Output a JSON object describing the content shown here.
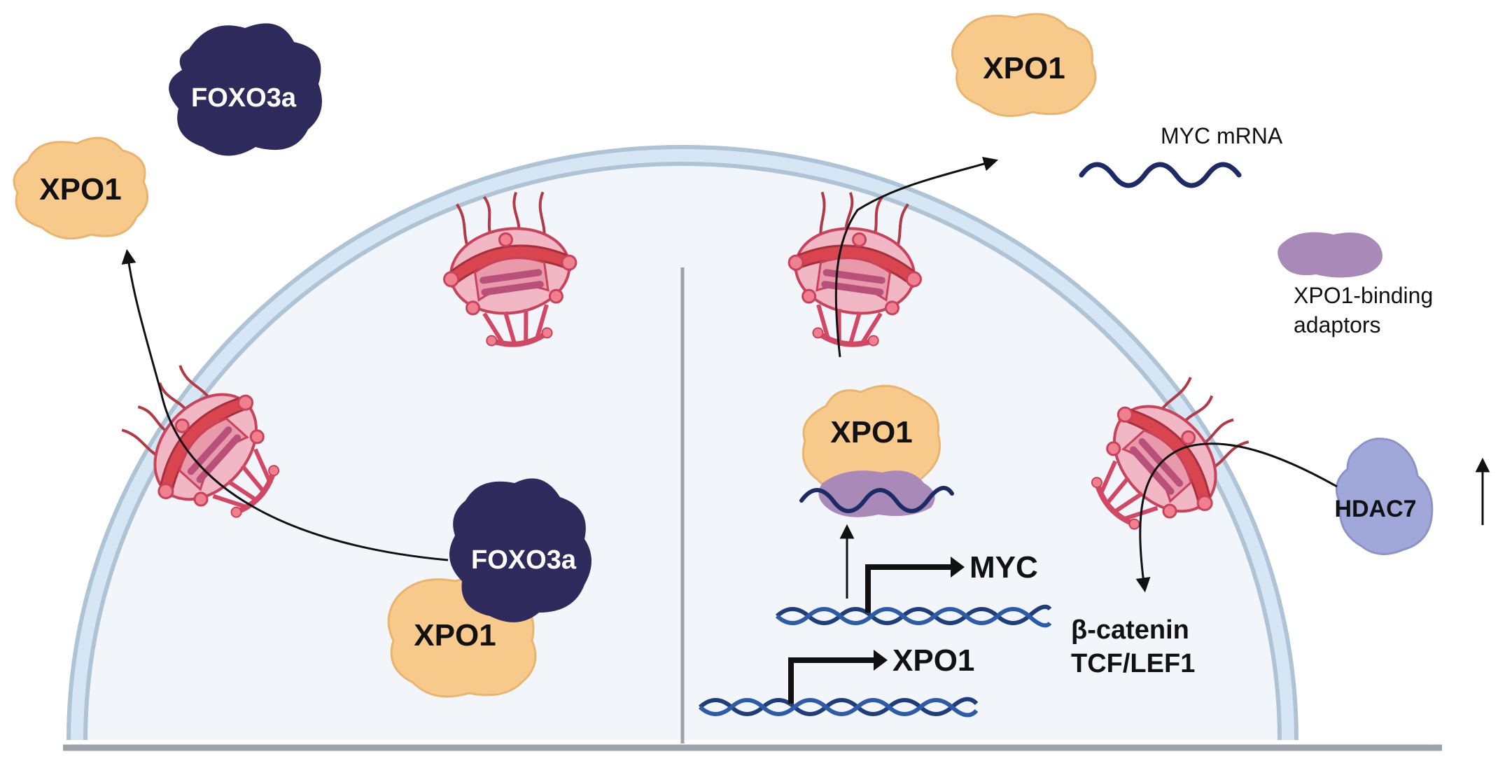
{
  "figure": {
    "labels": {
      "foxo3a_top": "FOXO3a",
      "xpo1_top_left": "XPO1",
      "foxo3a_complex": "FOXO3a",
      "xpo1_complex": "XPO1",
      "xpo1_top_right": "XPO1",
      "myc_mrna": "MYC mRNA",
      "xpo1_adaptors_line1": "XPO1-binding",
      "xpo1_adaptors_line2": "adaptors",
      "xpo1_nuclear": "XPO1",
      "myc_gene": "MYC",
      "xpo1_gene": "XPO1",
      "beta_catenin": "β-catenin",
      "tcf_lef1": "TCF/LEF1",
      "hdac7": "HDAC7"
    },
    "colors": {
      "xpo1_fill": "#F7C98B",
      "foxo3a_fill": "#2E2A5C",
      "adaptor_fill": "#A889B8",
      "hdac7_fill": "#9FA8D8",
      "nuclear_envelope": "#C9DCEE",
      "nucleoplasm": "#F2F6FB",
      "pore_red": "#D9454F",
      "pore_pink": "#F1B7C4",
      "dna_strand": "#1F3D7A",
      "mrna_strand": "#1C2A66",
      "divider": "#9AA2AA"
    }
  }
}
